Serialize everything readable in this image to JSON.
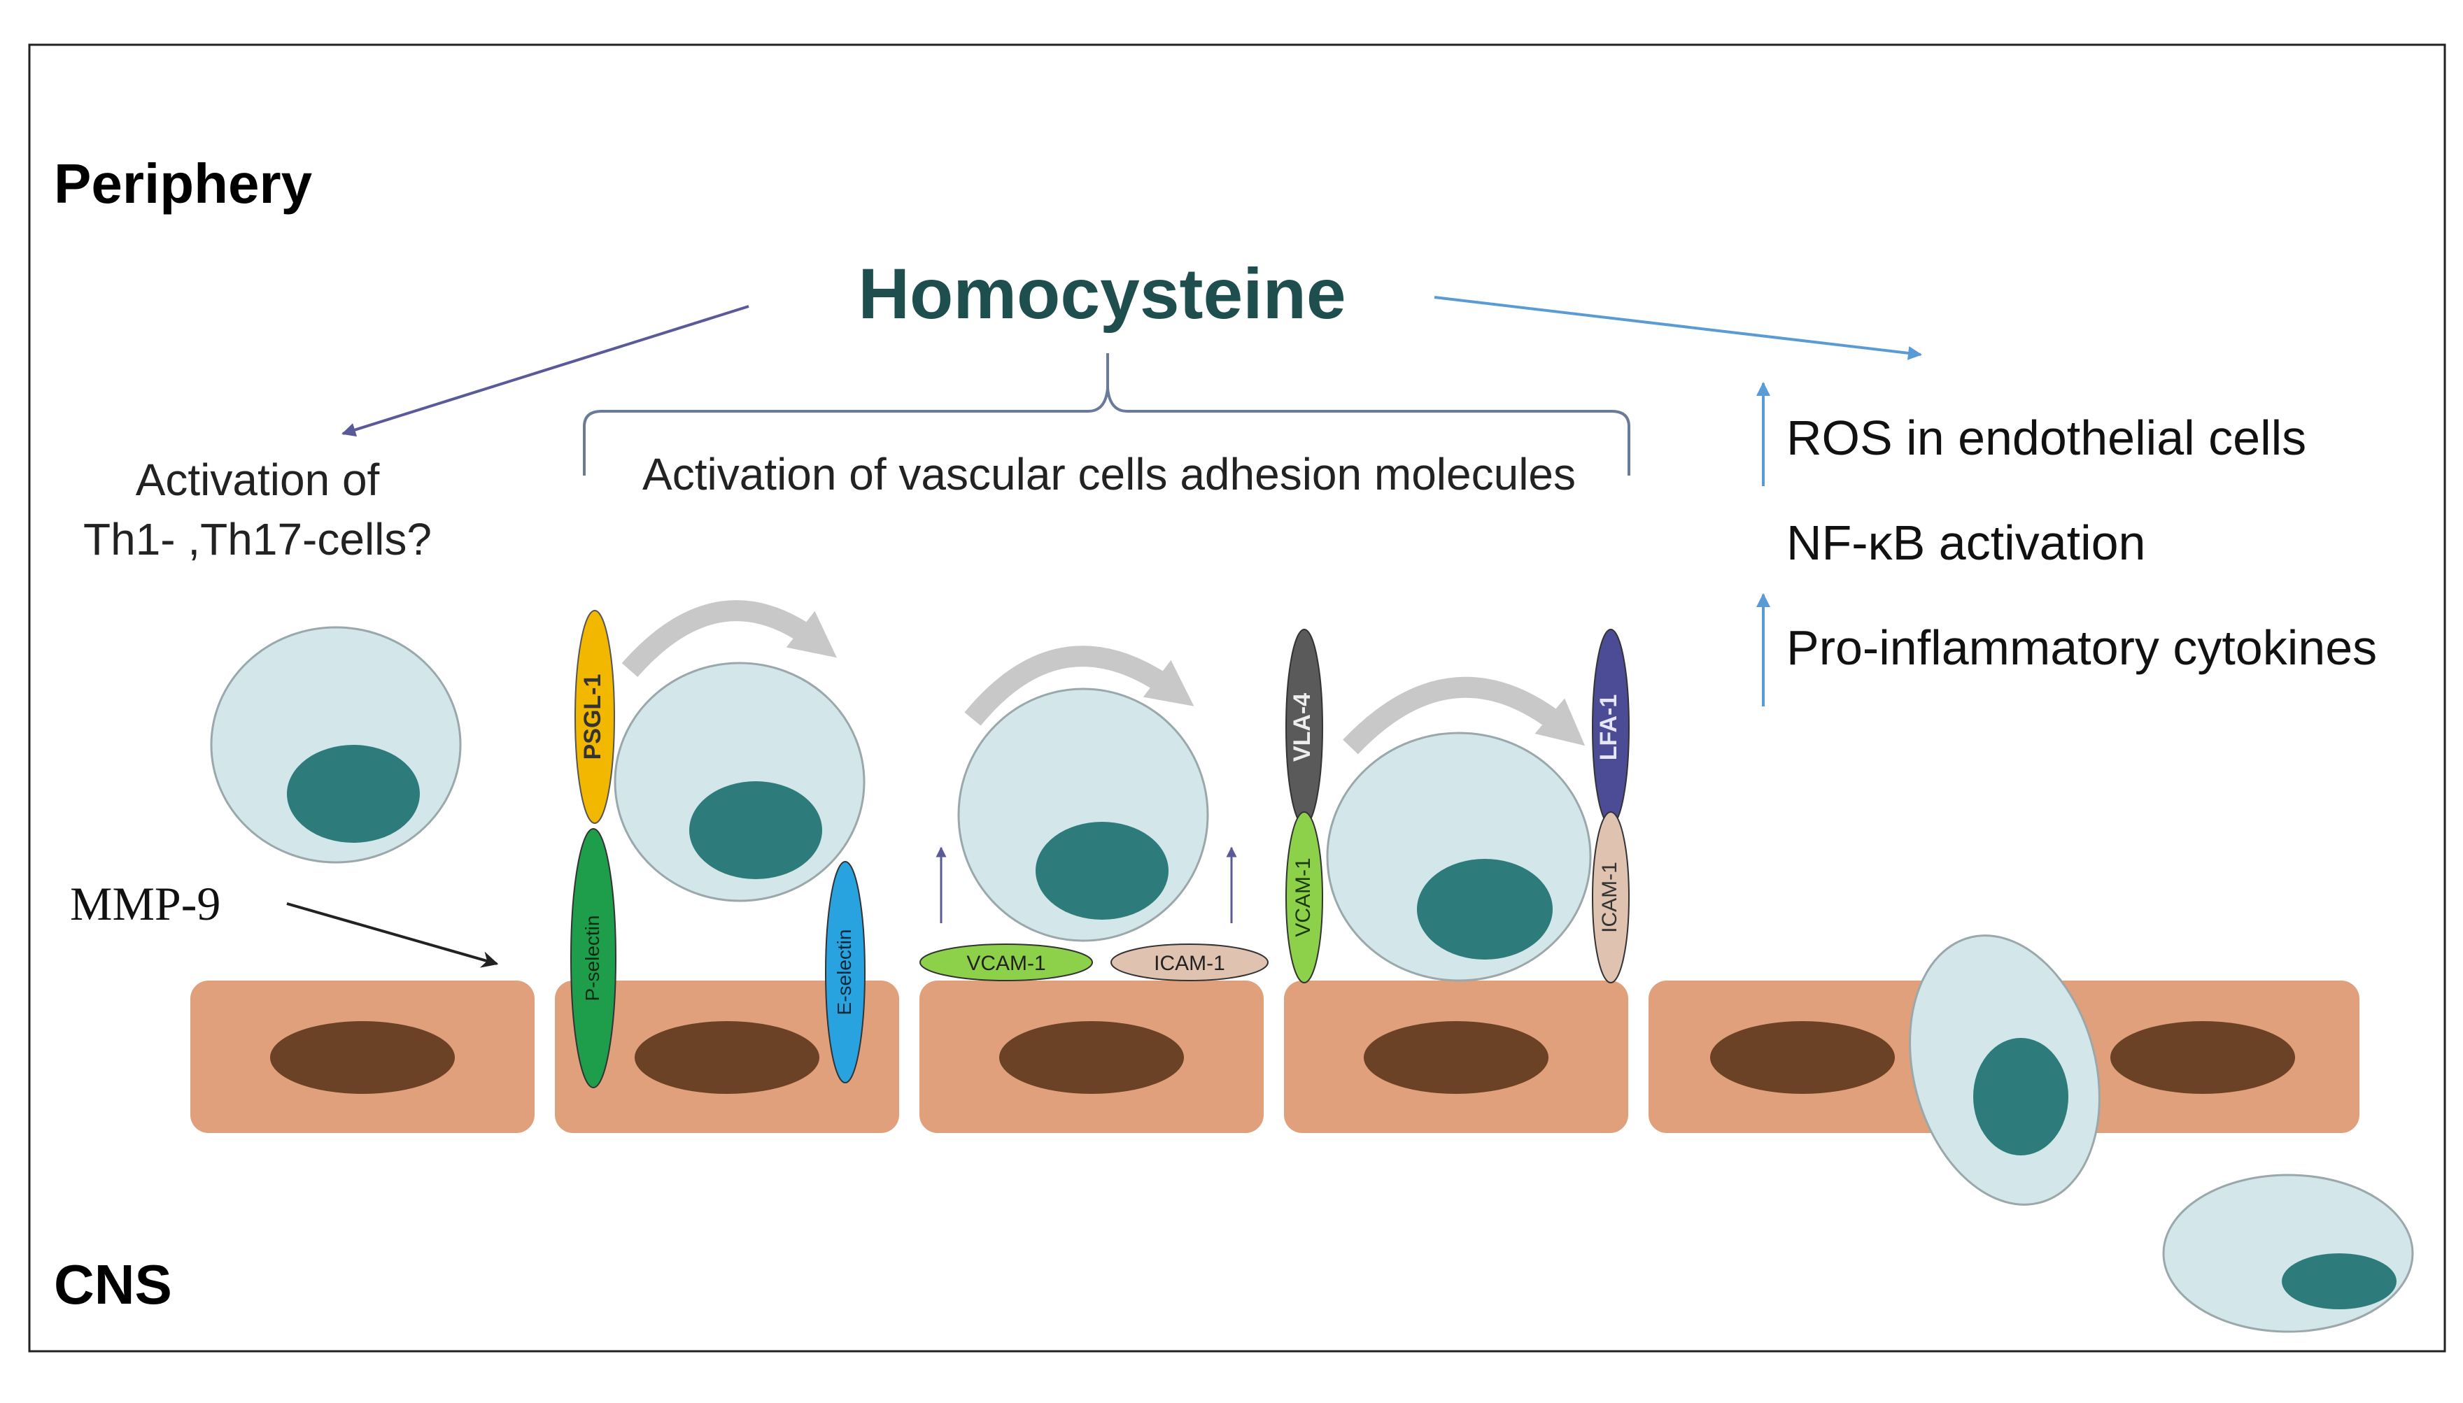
{
  "labels": {
    "periphery": "Periphery",
    "cns": "CNS",
    "homocysteine": "Homocysteine",
    "th_activation_line1": "Activation of",
    "th_activation_line2": "Th1- ,Th17-cells?",
    "vascular_activation": "Activation of vascular cells adhesion molecules",
    "ros": "ROS in endothelial cells",
    "nfkb": "NF-κB activation",
    "cytokines": "Pro-inflammatory cytokines",
    "mmp9": "MMP-9"
  },
  "molecules": {
    "psgl1": "PSGL-1",
    "p_selectin": "P-selectin",
    "e_selectin": "E-selectin",
    "vcam1_flat": "VCAM-1",
    "icam1_flat": "ICAM-1",
    "vla4": "VLA-4",
    "vcam1_vertical": "VCAM-1",
    "lfa1": "LFA-1",
    "icam1_vertical": "ICAM-1"
  },
  "colors": {
    "endothelium": "#e0a07c",
    "endothelial_nucleus": "#6b4226",
    "leukocyte": "#d3e7ea",
    "leukocyte_outline": "#9aa8ab",
    "leukocyte_nucleus": "#2e7b7b",
    "homocysteine_text": "#1f4e4f",
    "blue_arrow": "#5b9bd5",
    "purple_arrow": "#5a5a9a",
    "rolling_arrow": "#c8c8c8",
    "psgl1": "#f2b800",
    "p_selectin": "#1e9e4a",
    "e_selectin": "#29a3e0",
    "vcam1": "#8dd04a",
    "icam1": "#e0c2b0",
    "vla4": "#5a5a5a",
    "lfa1": "#4c4c96"
  }
}
